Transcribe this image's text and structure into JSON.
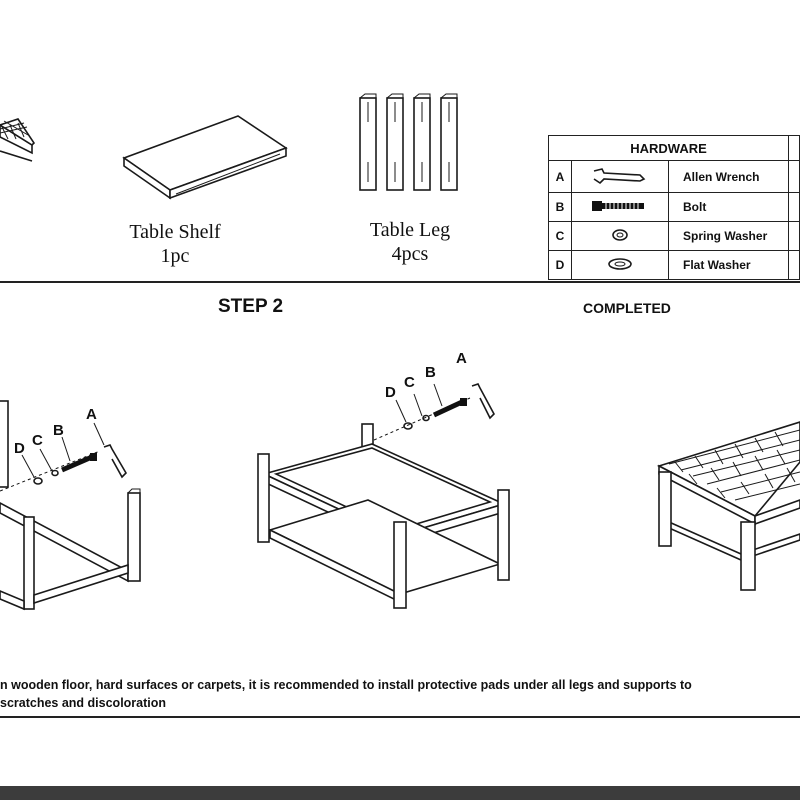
{
  "parts": {
    "shelf": {
      "name": "Table Shelf",
      "qty": "1pc"
    },
    "leg": {
      "name": "Table Leg",
      "qty": "4pcs"
    }
  },
  "hardware": {
    "title": "HARDWARE",
    "items": [
      {
        "letter": "A",
        "name": "Allen Wrench",
        "icon": "allen-wrench-icon"
      },
      {
        "letter": "B",
        "name": "Bolt",
        "icon": "bolt-icon"
      },
      {
        "letter": "C",
        "name": "Spring Washer",
        "icon": "spring-washer-icon"
      },
      {
        "letter": "D",
        "name": "Flat Washer",
        "icon": "flat-washer-icon"
      }
    ]
  },
  "step2": {
    "title": "STEP 2"
  },
  "completed": {
    "title": "COMPLETED"
  },
  "diagram_letters": [
    "D",
    "C",
    "B",
    "A"
  ],
  "note": {
    "line1": "n wooden floor, hard surfaces or carpets, it is recommended to install protective pads under all legs and supports to",
    "line2": "scratches and discoloration"
  }
}
